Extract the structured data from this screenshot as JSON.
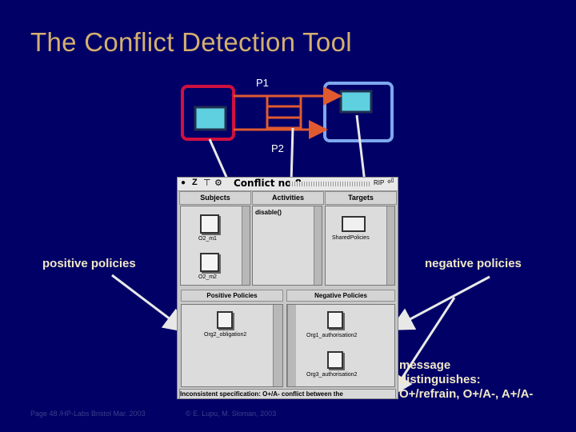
{
  "slide": {
    "title": "The Conflict Detection Tool",
    "labels": {
      "p1": "P1",
      "p2": "P2"
    },
    "callouts": {
      "positive": "positive policies",
      "negative": "negative policies",
      "message": [
        "message",
        "distinguishes:",
        "O+/refrain, O+/A-, A+/A-"
      ]
    },
    "footer": {
      "left": "Page 48 /HP-Labs Bristol Mar. 2003",
      "center": "© E. Lupu, M. Sloman, 2003"
    }
  },
  "window": {
    "title": "Conflict no 8",
    "rip_label": "RIP",
    "columns": [
      "Subjects",
      "Activities",
      "Targets"
    ],
    "subjects": [
      "O2_m1",
      "O2_m2"
    ],
    "activity": "disable()",
    "target": "SharedPolicies",
    "tabs": [
      "Positive Policies",
      "Negative Policies"
    ],
    "positive_policies": [
      "Org2_obligation2"
    ],
    "negative_policies": [
      "Org1_authorisation2",
      "Org3_authorisation2"
    ],
    "status": "Inconsistent specification: O+/A- conflict between the"
  },
  "colors": {
    "background": "#000066",
    "title": "#d4b06e",
    "p1_arrow": "#e05a30",
    "left_box": "#d01040",
    "right_box": "#7fa8ee"
  }
}
